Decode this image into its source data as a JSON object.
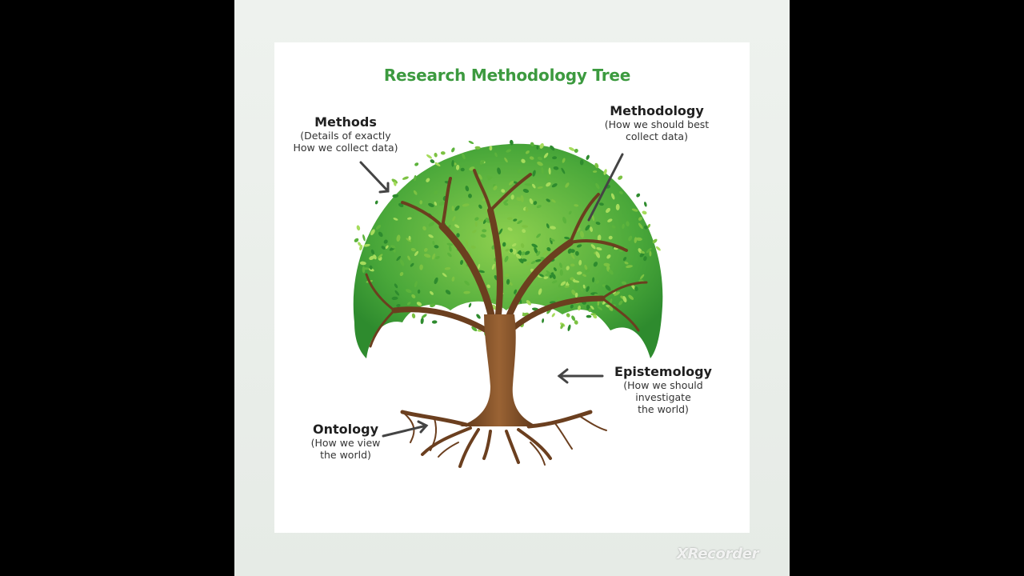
{
  "diagram": {
    "title": "Research Methodology Tree",
    "labels": {
      "methods": {
        "head": "Methods",
        "desc": "(Details of  exactly\nHow we collect data)"
      },
      "methodology": {
        "head": "Methodology",
        "desc": "(How we should best\ncollect data)"
      },
      "epistemology": {
        "head": "Epistemology",
        "desc": "(How we should\ninvestigate\nthe world)"
      },
      "ontology": {
        "head": "Ontology",
        "desc": "(How we view\nthe world)"
      }
    },
    "colors": {
      "title": "#3c9a3f",
      "leaf_dark": "#2e8b2e",
      "leaf_light": "#7cc242",
      "trunk": "#7a4a26",
      "arrow": "#444444"
    }
  },
  "watermark": "XRecorder"
}
